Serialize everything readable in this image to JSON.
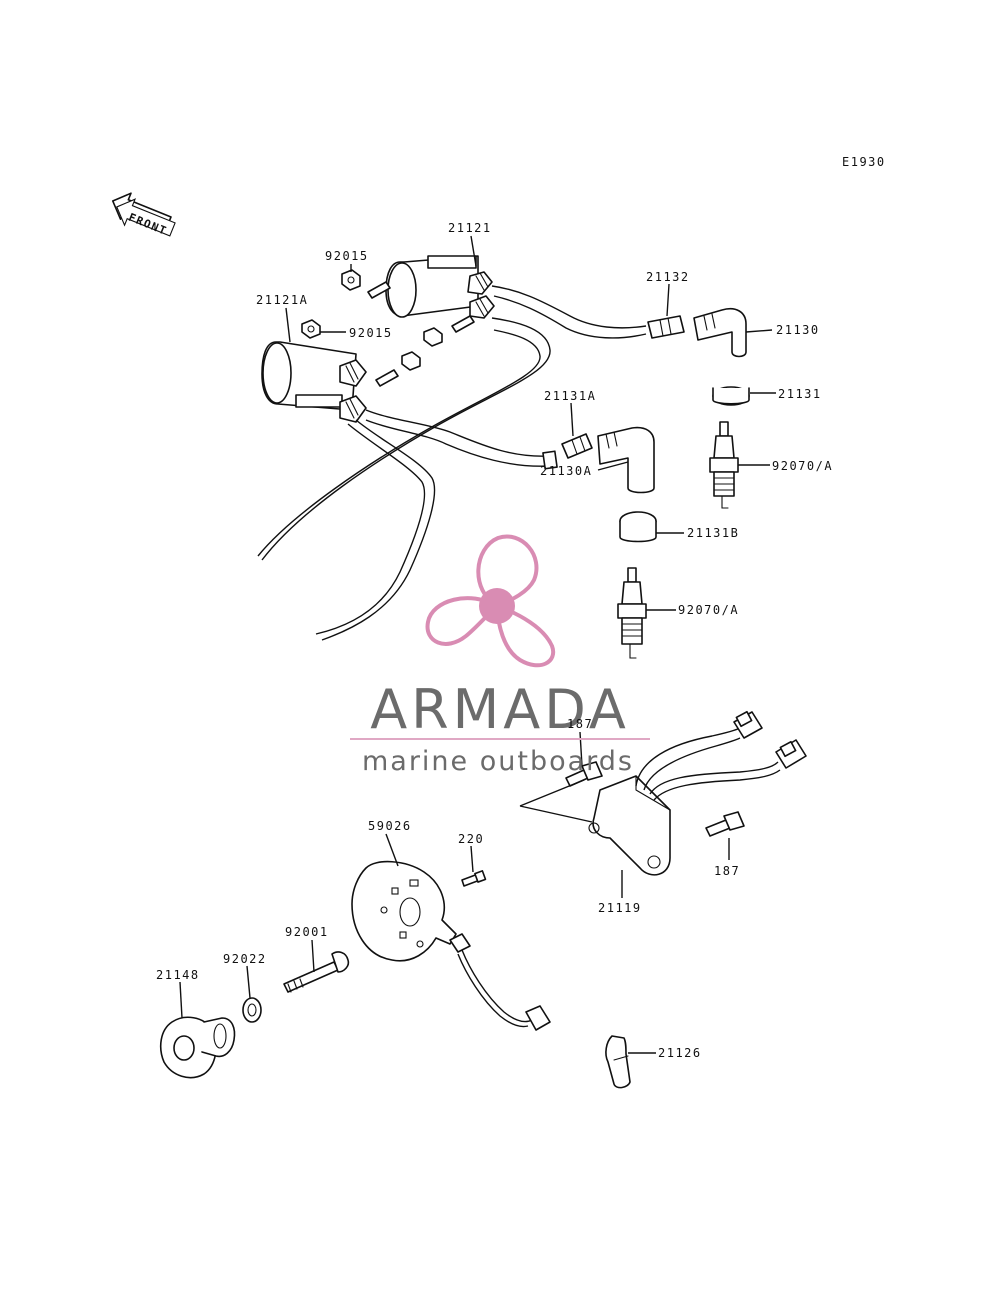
{
  "diagram_code": "E1930",
  "front_label": "FRONT",
  "watermark": {
    "brand": "ARMADA",
    "tagline": "marine outboards",
    "colors": {
      "text": "#6b6b6b",
      "propeller": "#d98cb3",
      "rule": "#e0a8c4"
    }
  },
  "callouts": [
    {
      "id": "c-21121",
      "text": "21121"
    },
    {
      "id": "c-92015-a",
      "text": "92015"
    },
    {
      "id": "c-21121a",
      "text": "21121A"
    },
    {
      "id": "c-92015-b",
      "text": "92015"
    },
    {
      "id": "c-21132",
      "text": "21132"
    },
    {
      "id": "c-21130",
      "text": "21130"
    },
    {
      "id": "c-21131",
      "text": "21131"
    },
    {
      "id": "c-21131a",
      "text": "21131A"
    },
    {
      "id": "c-21130a",
      "text": "21130A"
    },
    {
      "id": "c-92070a-1",
      "text": "92070/A"
    },
    {
      "id": "c-21131b",
      "text": "21131B"
    },
    {
      "id": "c-92070a-2",
      "text": "92070/A"
    },
    {
      "id": "c-187-a",
      "text": "187"
    },
    {
      "id": "c-187-b",
      "text": "187"
    },
    {
      "id": "c-59026",
      "text": "59026"
    },
    {
      "id": "c-220",
      "text": "220"
    },
    {
      "id": "c-21119",
      "text": "21119"
    },
    {
      "id": "c-92001",
      "text": "92001"
    },
    {
      "id": "c-92022",
      "text": "92022"
    },
    {
      "id": "c-21148",
      "text": "21148"
    },
    {
      "id": "c-21126",
      "text": "21126"
    }
  ]
}
